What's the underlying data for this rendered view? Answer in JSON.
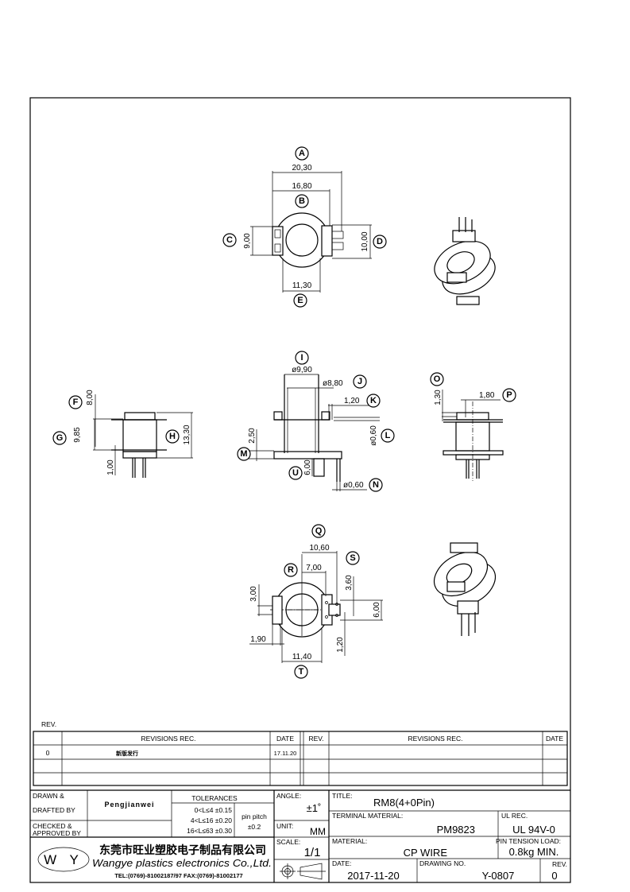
{
  "drawing": {
    "top_view": {
      "labels": {
        "A": "A",
        "B": "B",
        "C": "C",
        "D": "D",
        "E": "E"
      },
      "dims": {
        "A": "20,30",
        "B": "16,80",
        "C": "9,00",
        "D": "10,00",
        "E": "11,30"
      }
    },
    "side_view": {
      "labels": {
        "I": "I",
        "J": "J",
        "K": "K",
        "L": "L",
        "M": "M",
        "U": "U",
        "N": "N"
      },
      "dims": {
        "I": "ø9,90",
        "J": "ø8,80",
        "K": "1,20",
        "L": "ø0,60",
        "M": "2,50",
        "U": "6,00",
        "N": "ø0,60"
      }
    },
    "left_view": {
      "labels": {
        "F": "F",
        "G": "G",
        "H": "H"
      },
      "dims": {
        "F": "8,00",
        "G": "9,85",
        "H": "13,30",
        "pin": "1,00"
      }
    },
    "right_view": {
      "labels": {
        "O": "O",
        "P": "P"
      },
      "dims": {
        "O": "1,30",
        "P": "1,80"
      }
    },
    "bottom_view": {
      "labels": {
        "Q": "Q",
        "R": "R",
        "S": "S",
        "T": "T"
      },
      "dims": {
        "Q": "10,60",
        "R": "7,00",
        "S": "3,60",
        "s2": "3,00",
        "s3": "6,00",
        "s4": "1,90",
        "s5": "1,20",
        "T": "11,40"
      }
    }
  },
  "revisions": {
    "rev_label": "REV.",
    "header_rev": "REV.",
    "header_rec": "REVISIONS   REC.",
    "header_date": "DATE",
    "rows": [
      {
        "rev": "0",
        "rec": "新版发行",
        "date": "17.11.20"
      }
    ]
  },
  "title_block": {
    "drawn_label_1": "DRAWN  &",
    "drawn_label_2": "DRAFTED  BY",
    "drawn_value": "Pengjianwei",
    "checked_label_1": "CHECKED  &",
    "checked_label_2": "APPROVED  BY",
    "tolerances_label": "TOLERANCES",
    "tolerances": [
      "0<L≤4    ±0.15",
      "4<L≤16  ±0.20",
      "16<L≤63  ±0.30"
    ],
    "pin_pitch_label": "pin  pitch",
    "pin_pitch_value": "±0.2",
    "angle_label": "ANGLE:",
    "angle_value": "±1˚",
    "unit_label": "UNIT:",
    "unit_value": "MM",
    "scale_label": "SCALE:",
    "scale_value": "1/1",
    "company_logo": "W Y",
    "company_cn": "东莞市旺业塑胶电子制品有限公司",
    "company_en": "Wangye plastics electronics Co.,Ltd.",
    "company_contact": "TEL:(0769)-81002187/97   FAX:(0769)-81002177",
    "title_label": "TITLE:",
    "title_value": "RM8(4+0Pin)",
    "terminal_label": "TERMINAL  MATERIAL:",
    "terminal_value": "PM9823",
    "ul_label": "UL  REC.",
    "ul_value": "UL  94V-0",
    "material_label": "MATERIAL:",
    "material_value": "CP  WIRE",
    "pin_tension_label": "PIN  TENSION  LOAD:",
    "pin_tension_value": "0.8kg  MIN.",
    "date_label": "DATE:",
    "date_value": "2017-11-20",
    "drawing_no_label": "DRAWING  NO.",
    "drawing_no_value": "Y-0807",
    "rev_label": "REV.",
    "rev_value": "0"
  }
}
